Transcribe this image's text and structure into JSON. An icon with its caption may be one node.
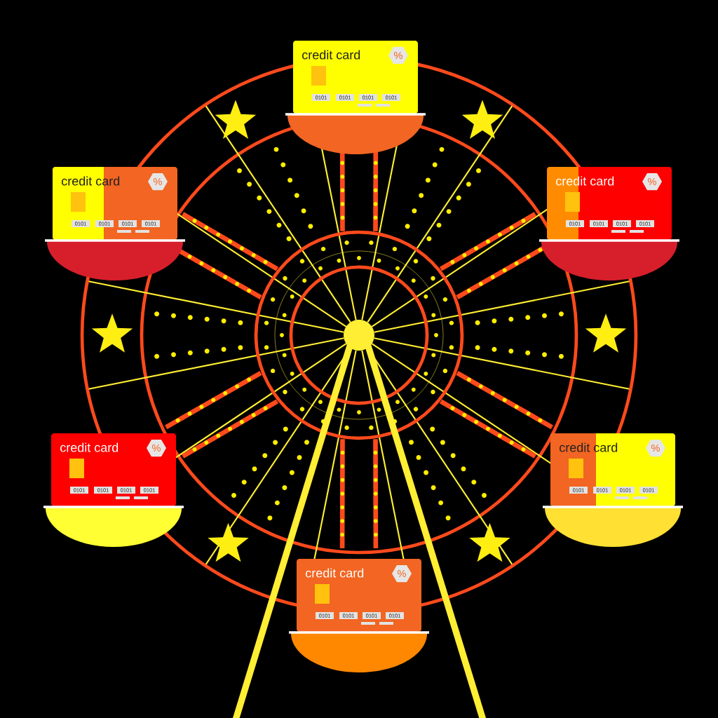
{
  "diagram": {
    "nodes": [
      {
        "text": [
          "credit card",
          "%",
          "0101",
          "0101",
          "0101",
          "0101"
        ]
      },
      {
        "text": [
          "credit card",
          "%",
          "0101",
          "0101",
          "0101",
          "0101"
        ]
      },
      {
        "text": [
          "credit card",
          "%",
          "0101",
          "0101",
          "0101",
          "0101"
        ]
      },
      {
        "text": [
          "credit card",
          "%",
          "0101",
          "0101",
          "0101",
          "0101"
        ]
      },
      {
        "text": [
          "credit card",
          "%",
          "0101",
          "0101",
          "0101",
          "0101"
        ]
      },
      {
        "text": [
          "credit card",
          "%",
          "0101",
          "0101",
          "0101",
          "0101"
        ]
      }
    ]
  }
}
